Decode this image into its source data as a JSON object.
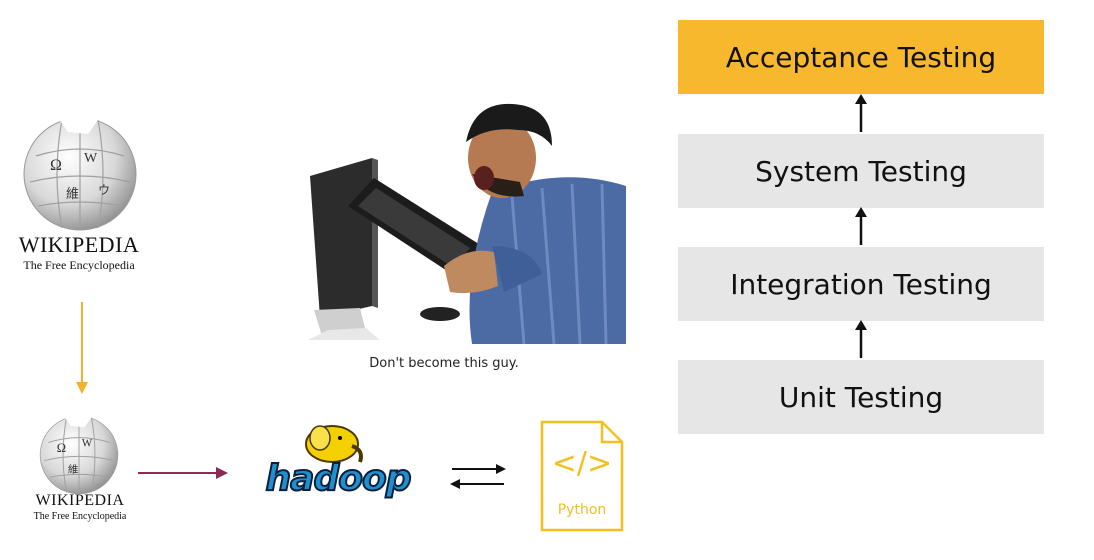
{
  "wikipedia_top": {
    "wordmark": "WIKIPEDIA",
    "tagline": "The Free Encyclopedia"
  },
  "wikipedia_bottom": {
    "wordmark": "WIKIPEDIA",
    "tagline": "The Free Encyclopedia"
  },
  "photo": {
    "caption": "Don't become this guy."
  },
  "hadoop": {
    "wordmark": "hadoop"
  },
  "python_file": {
    "symbol": "</>",
    "label": "Python"
  },
  "testing_levels": [
    {
      "label": "Acceptance Testing",
      "highlight": true
    },
    {
      "label": "System Testing",
      "highlight": false
    },
    {
      "label": "Integration Testing",
      "highlight": false
    },
    {
      "label": "Unit Testing",
      "highlight": false
    }
  ],
  "colors": {
    "accent": "#f8b82e",
    "level_bg": "#e6e6e6",
    "arrow_orange": "#f4b12a",
    "arrow_purple": "#8a2a55",
    "python_yellow": "#f4c020"
  }
}
